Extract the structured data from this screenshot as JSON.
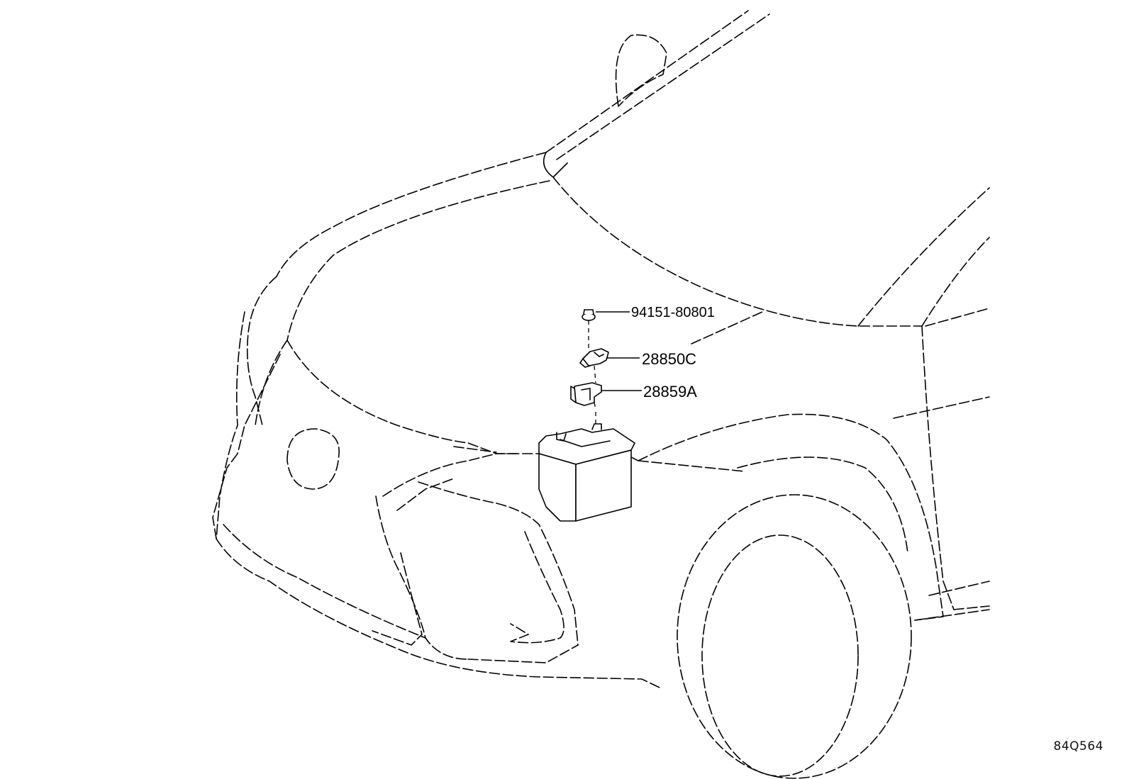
{
  "parts": [
    {
      "part_number": "94151-80801",
      "description_icon": "nut-icon"
    },
    {
      "part_number": "28850C",
      "description_icon": "battery-clamp-icon"
    },
    {
      "part_number": "28859A",
      "description_icon": "battery-bracket-icon"
    }
  ],
  "components": {
    "battery_icon": "battery-icon",
    "vehicle_icon": "vehicle-front-outline"
  },
  "illustration_code": "84Q564"
}
